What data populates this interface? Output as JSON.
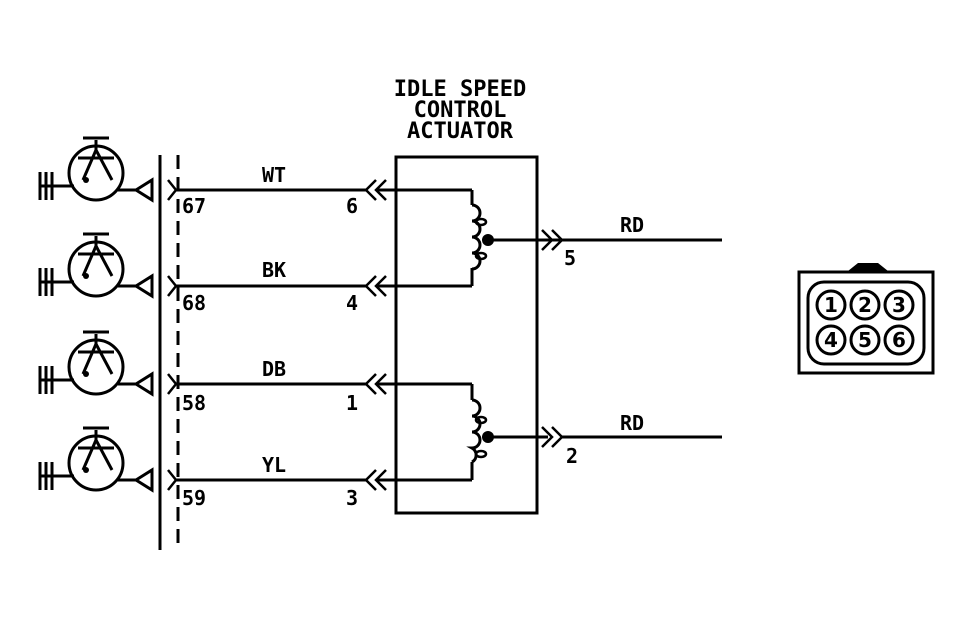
{
  "component": {
    "title_lines": [
      "IDLE SPEED",
      "CONTROL",
      "ACTUATOR"
    ]
  },
  "circuits": [
    {
      "circuit": "67",
      "wire_color": "WT",
      "pin": "6"
    },
    {
      "circuit": "68",
      "wire_color": "BK",
      "pin": "4"
    },
    {
      "circuit": "58",
      "wire_color": "DB",
      "pin": "1"
    },
    {
      "circuit": "59",
      "wire_color": "YL",
      "pin": "3"
    }
  ],
  "outputs": [
    {
      "wire_color": "RD",
      "pin": "5"
    },
    {
      "wire_color": "RD",
      "pin": "2"
    }
  ],
  "connector_face": {
    "pins": [
      "1",
      "2",
      "3",
      "4",
      "5",
      "6"
    ]
  },
  "icons": {
    "driver": "transistor-driver-icon",
    "ground": "ground-icon",
    "coil": "coil-winding-icon",
    "terminal": "connector-terminal-icon"
  }
}
